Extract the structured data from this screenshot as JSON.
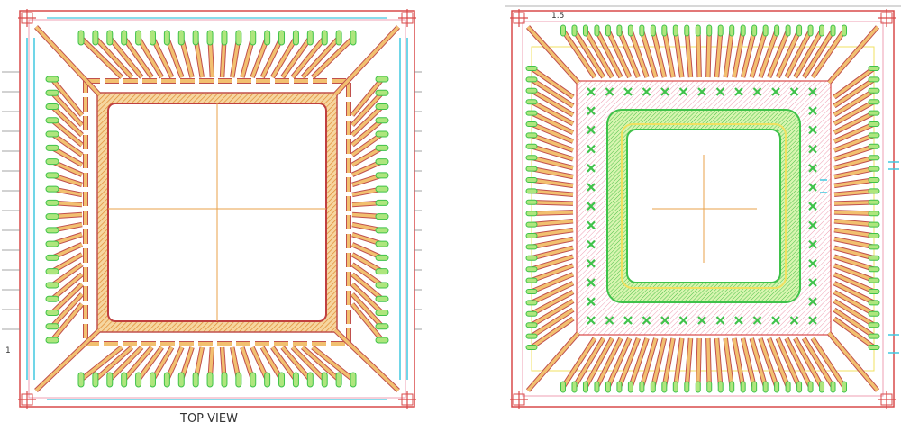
{
  "left_view": {
    "caption": "TOP VIEW",
    "pin1_marker": "1",
    "die_pad_color": "#ffffff"
  },
  "right_view": {
    "corner_label": "1.5",
    "die_pad_color": "#ffffff"
  },
  "colors": {
    "lead": "#e8a24a",
    "lead_hatch": "#f2c070",
    "lead_outline": "#c0504d",
    "outline_red": "#d94a4a",
    "pink": "#ef9fb3",
    "cyan": "#40c8e0",
    "green": "#3fc24a",
    "green_light": "#aee67d",
    "yellow": "#f0e060",
    "die_outline": "#c04040"
  },
  "icons": {
    "corner_marks": "crosshair",
    "pads_left": "green-pad",
    "pads_right": "green-pad"
  }
}
